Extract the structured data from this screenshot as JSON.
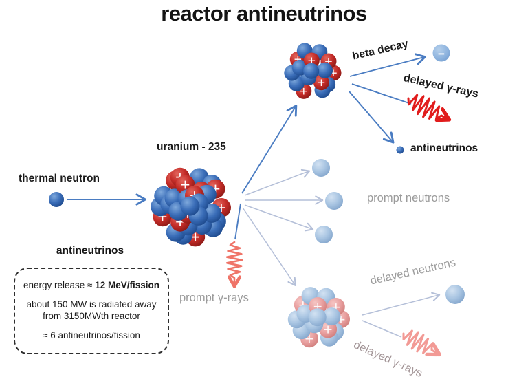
{
  "title": "reactor antineutrinos",
  "labels": {
    "beta_decay": "beta decay",
    "delayed_gamma_top": "delayed γ-rays",
    "antineutrinos_right": "antineutrinos",
    "uranium": "uranium - 235",
    "thermal_neutron": "thermal neutron",
    "prompt_neutrons": "prompt neutrons",
    "prompt_gamma": "prompt γ-rays",
    "delayed_neutrons": "delayed neutrons",
    "delayed_gamma_bottom": "delayed γ-rays",
    "electron_sign": "−"
  },
  "info_box": {
    "heading": "antineutrinos",
    "energy_release_prefix": "energy release ≈ ",
    "energy_release_value": "12 MeV/fission",
    "radiated_line1": "about 150 MW is radiated away",
    "radiated_line2": "from 3150MWth reactor",
    "antineutrinos_per_fission": "≈ 6 antineutrinos/fission"
  },
  "colors": {
    "proton_red": "#c42c28",
    "neutron_blue": "#3a6db8",
    "faded_proton": "#e9a0a0",
    "faded_neutron": "#a9c5e2",
    "arrow_blue": "#4a7cc2",
    "arrow_light": "#b4bfd8",
    "gamma_red": "#e11c1c",
    "gamma_salmon": "#ef7468",
    "gamma_pink": "#f29a95",
    "muted_text": "#9b9b9b"
  }
}
